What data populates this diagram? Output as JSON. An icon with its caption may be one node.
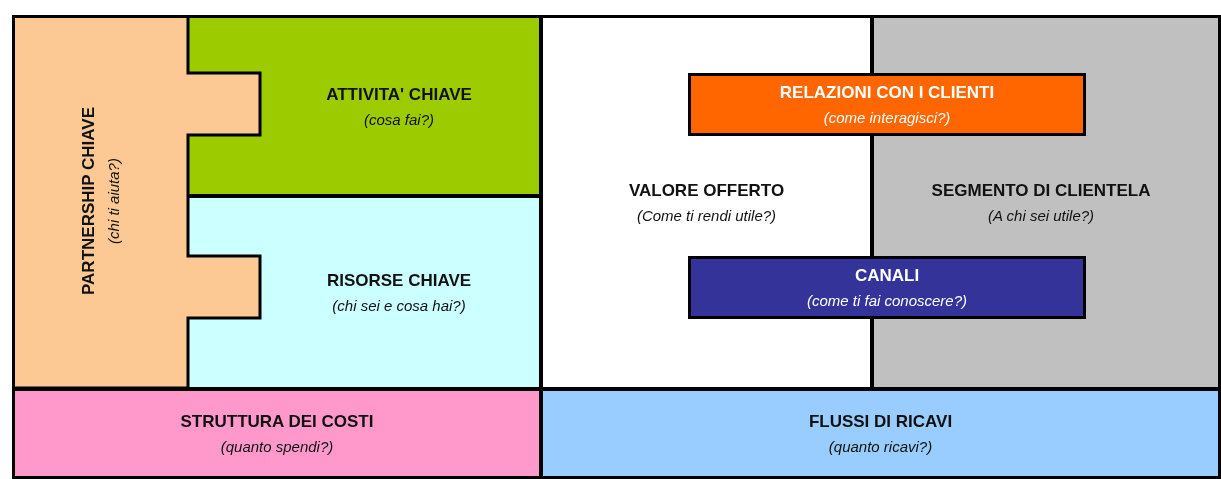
{
  "diagram": {
    "nodes": [
      {
        "text": [
          "PARTNERSHIP CHIAVE",
          "(chi ti aiuta?)"
        ]
      },
      {
        "text": [
          "ATTIVITA' CHIAVE",
          "(cosa fai?)"
        ]
      },
      {
        "text": [
          "RISORSE CHIAVE",
          "(chi sei e cosa hai?)"
        ]
      },
      {
        "text": [
          "VALORE OFFERTO",
          "(Come ti rendi utile?)"
        ]
      },
      {
        "text": [
          "SEGMENTO DI CLIENTELA",
          "(A chi sei utile?)"
        ]
      },
      {
        "text": [
          "RELAZIONI CON I CLIENTI",
          "(come interagisci?)"
        ]
      },
      {
        "text": [
          "CANALI",
          "(come ti fai conoscere?)"
        ]
      },
      {
        "text": [
          "STRUTTURA DEI COSTI",
          "(quanto spendi?)"
        ]
      },
      {
        "text": [
          "FLUSSI DI RICAVI",
          "(quanto ricavi?)"
        ]
      }
    ]
  }
}
